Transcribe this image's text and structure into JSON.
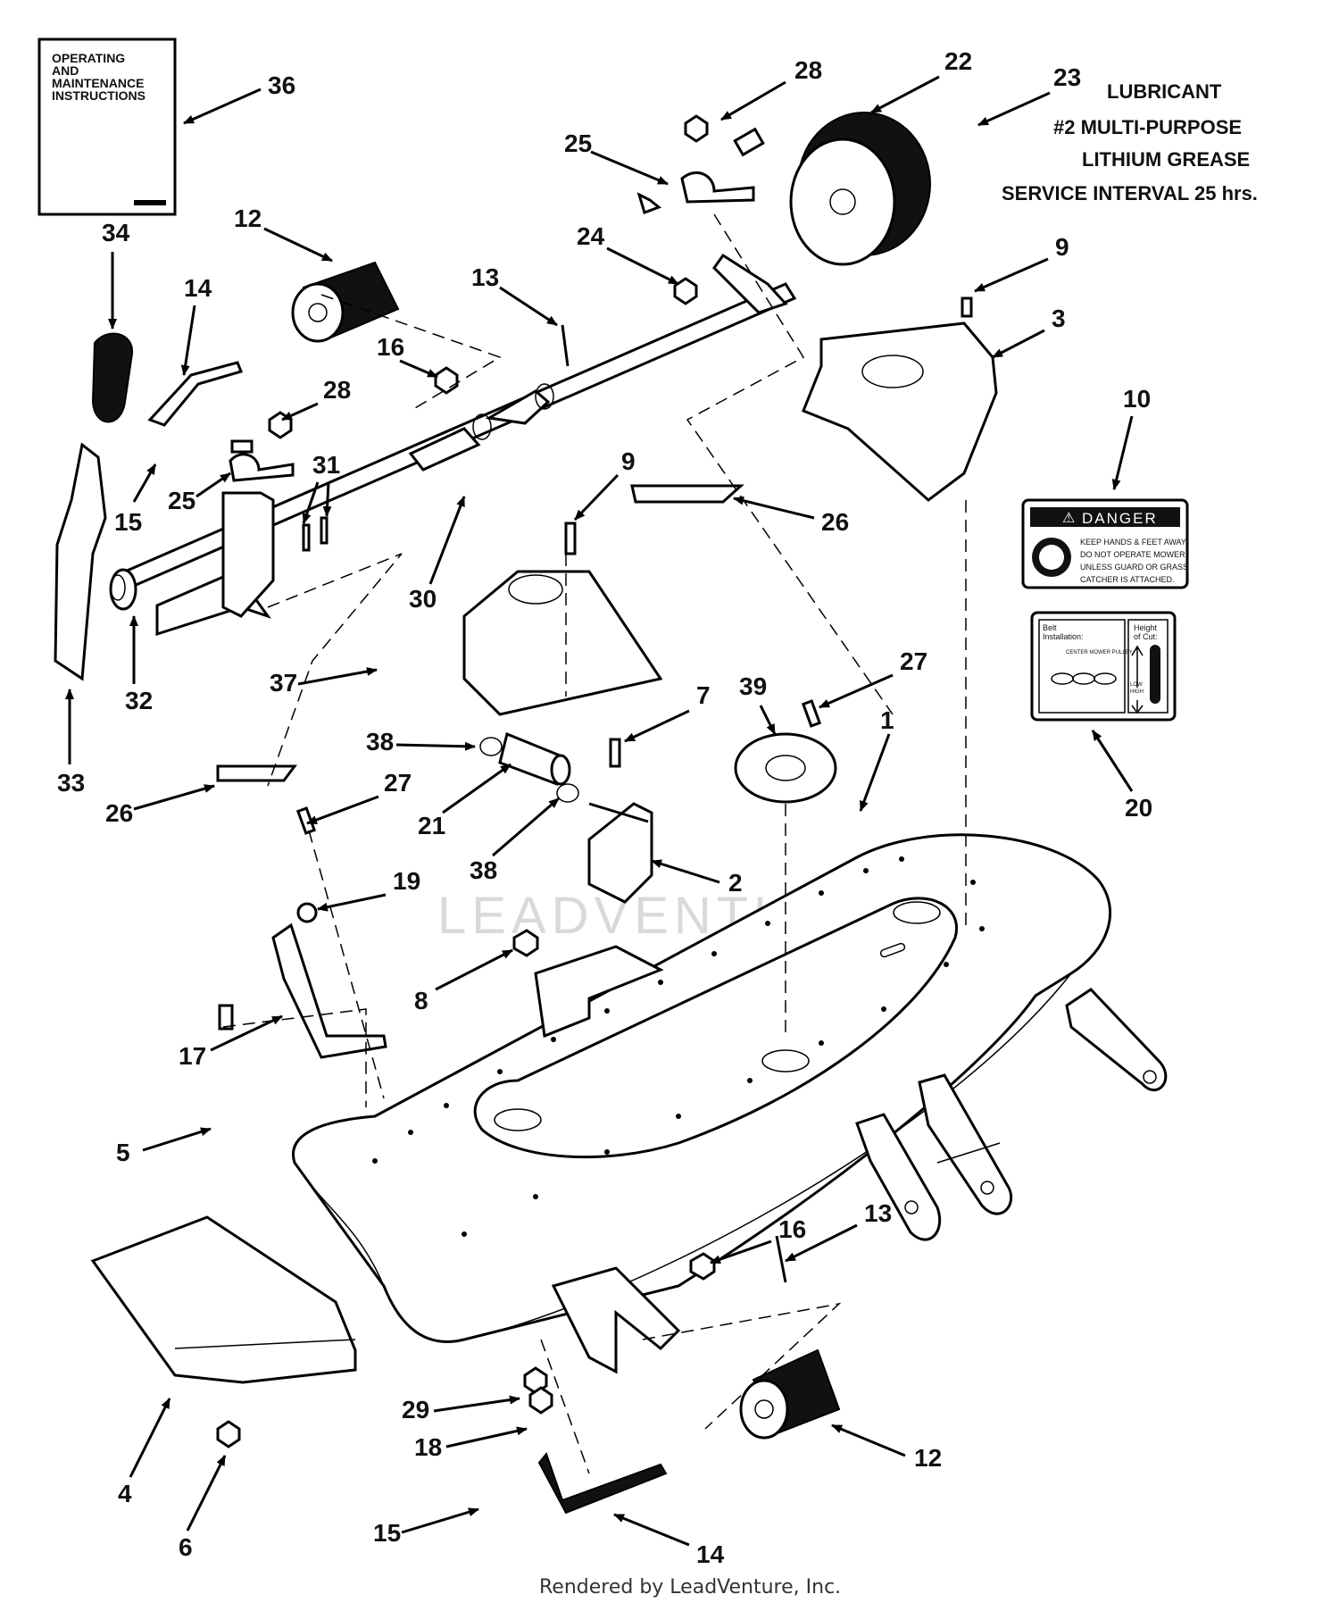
{
  "manual": {
    "title": "OPERATING AND MAINTENANCE INSTRUCTIONS",
    "line1": "OPERATING",
    "line2": "AND",
    "line3": "MAINTENANCE",
    "line4": "INSTRUCTIONS"
  },
  "lubricant": {
    "line1": "LUBRICANT",
    "line2": "#2 MULTI-PURPOSE",
    "line3": "LITHIUM GREASE",
    "line4": "SERVICE INTERVAL  25 hrs."
  },
  "danger_decal": {
    "heading": "DANGER",
    "line1": "KEEP HANDS & FEET AWAY.",
    "line2": "DO NOT OPERATE MOWER",
    "line3": "UNLESS GUARD OR GRASS",
    "line4": "CATCHER IS ATTACHED."
  },
  "belt_decal": {
    "title1": "Belt",
    "title2": "Installation:",
    "height1": "Height",
    "height2": "of Cut:",
    "center": "CENTER MOWER PULLEY",
    "low": "LOW",
    "high": "HIGH"
  },
  "watermark": "LEADVENTURE",
  "footer": "Rendered by LeadVenture, Inc.",
  "callouts": {
    "c36": "36",
    "c28a": "28",
    "c22": "22",
    "c23": "23",
    "c25a": "25",
    "c24": "24",
    "c12a": "12",
    "c13a": "13",
    "c34": "34",
    "c14a": "14",
    "c16a": "16",
    "c28b": "28",
    "c9a": "9",
    "c3": "3",
    "c10": "10",
    "c15a": "15",
    "c25b": "25",
    "c31": "31",
    "c9b": "9",
    "c26a": "26",
    "c30": "30",
    "c32": "32",
    "c37": "37",
    "c33": "33",
    "c27a": "27",
    "c39": "39",
    "c7": "7",
    "c38a": "38",
    "c1": "1",
    "c20": "20",
    "c26b": "26",
    "c27b": "27",
    "c21": "21",
    "c38b": "38",
    "c2": "2",
    "c19": "19",
    "c8": "8",
    "c17": "17",
    "c5": "5",
    "c16b": "16",
    "c13b": "13",
    "c29": "29",
    "c18": "18",
    "c12b": "12",
    "c4": "4",
    "c6": "6",
    "c15b": "15",
    "c14b": "14"
  }
}
